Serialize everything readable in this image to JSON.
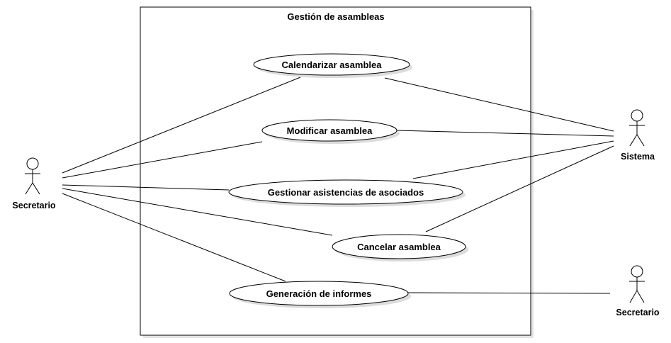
{
  "diagram": {
    "type": "use-case",
    "system_boundary": {
      "title": "Gestión de asambleas"
    },
    "actors": {
      "secretario_left": {
        "label": "Secretario"
      },
      "sistema": {
        "label": "Sistema"
      },
      "secretario_right": {
        "label": "Secretario"
      }
    },
    "use_cases": {
      "calendarizar": {
        "label": "Calendarizar asamblea"
      },
      "modificar": {
        "label": "Modificar asamblea"
      },
      "gestionar": {
        "label": "Gestionar asistencias de asociados"
      },
      "cancelar": {
        "label": "Cancelar asamblea"
      },
      "generacion": {
        "label": "Generación de informes"
      }
    },
    "associations": [
      [
        "secretario_left",
        "calendarizar"
      ],
      [
        "secretario_left",
        "modificar"
      ],
      [
        "secretario_left",
        "gestionar"
      ],
      [
        "secretario_left",
        "cancelar"
      ],
      [
        "secretario_left",
        "generacion"
      ],
      [
        "sistema",
        "calendarizar"
      ],
      [
        "sistema",
        "modificar"
      ],
      [
        "sistema",
        "gestionar"
      ],
      [
        "sistema",
        "cancelar"
      ],
      [
        "secretario_right",
        "generacion"
      ]
    ],
    "colors": {
      "line": "#000000",
      "fill": "#ffffff",
      "shadow": "#dcdcdc"
    }
  }
}
